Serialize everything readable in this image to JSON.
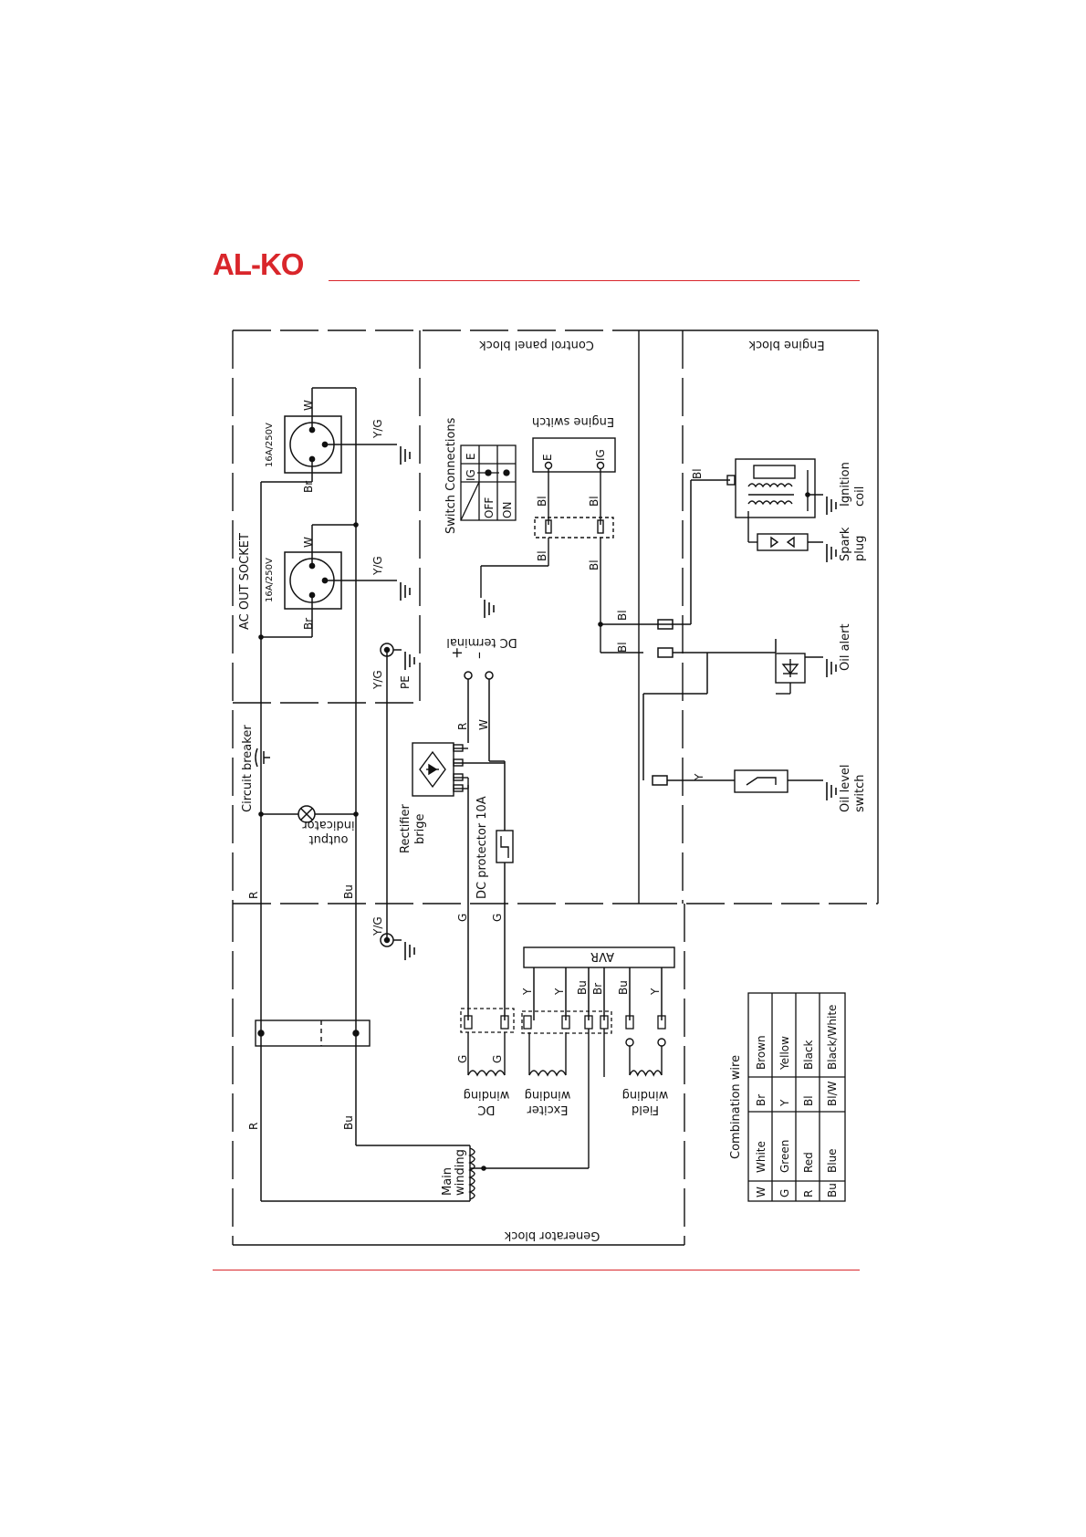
{
  "brand": {
    "logo_text": "AL-KO",
    "accent": "#d9262b"
  },
  "blocks": {
    "control_panel": "Control panel block",
    "engine": "Engine block",
    "generator": "Generator block"
  },
  "labels": {
    "engine_switch": "Engine switch",
    "switch_connections": "Switch Connections",
    "ac_out_socket": "AC OUT SOCKET",
    "rating": "16A/250V",
    "circuit_breaker": "Circuit breaker",
    "output_indicator_1": "output",
    "output_indicator_2": "indicator",
    "dc_terminal": "DC terminal",
    "plus": "+",
    "minus": "–",
    "pe": "PE",
    "rectifier_1": "Rectifier",
    "rectifier_2": "brige",
    "dc_protector": "DC protector 10A",
    "avr": "AVR",
    "dc_winding_1": "DC",
    "dc_winding_2": "winding",
    "exciter_winding_1": "Exciter",
    "exciter_winding_2": "winding",
    "field_winding_1": "Field",
    "field_winding_2": "winding",
    "main_winding_1": "Main",
    "main_winding_2": "winding",
    "ignition_coil_1": "Ignition",
    "ignition_coil_2": "coil",
    "spark_plug_1": "Spark",
    "spark_plug_2": "plug",
    "oil_alert": "Oil alert",
    "oil_level_switch_1": "Oil level",
    "oil_level_switch_2": "switch",
    "switch_e": "E",
    "switch_ig": "IG"
  },
  "switch_table": {
    "columns": [
      "IG",
      "E"
    ],
    "rows": [
      "OFF",
      "ON"
    ]
  },
  "wire_labels": {
    "W": "W",
    "Br": "Br",
    "YG": "Y/G",
    "R": "R",
    "Bu": "Bu",
    "G": "G",
    "Y": "Y",
    "Bl": "Bl"
  },
  "combination_wire": {
    "title": "Combination wire",
    "rows": [
      [
        "W",
        "White",
        "Br",
        "Brown"
      ],
      [
        "G",
        "Green",
        "Y",
        "Yellow"
      ],
      [
        "R",
        "Red",
        "Bl",
        "Black"
      ],
      [
        "Bu",
        "Blue",
        "Bl/W",
        "Black/White"
      ]
    ]
  }
}
